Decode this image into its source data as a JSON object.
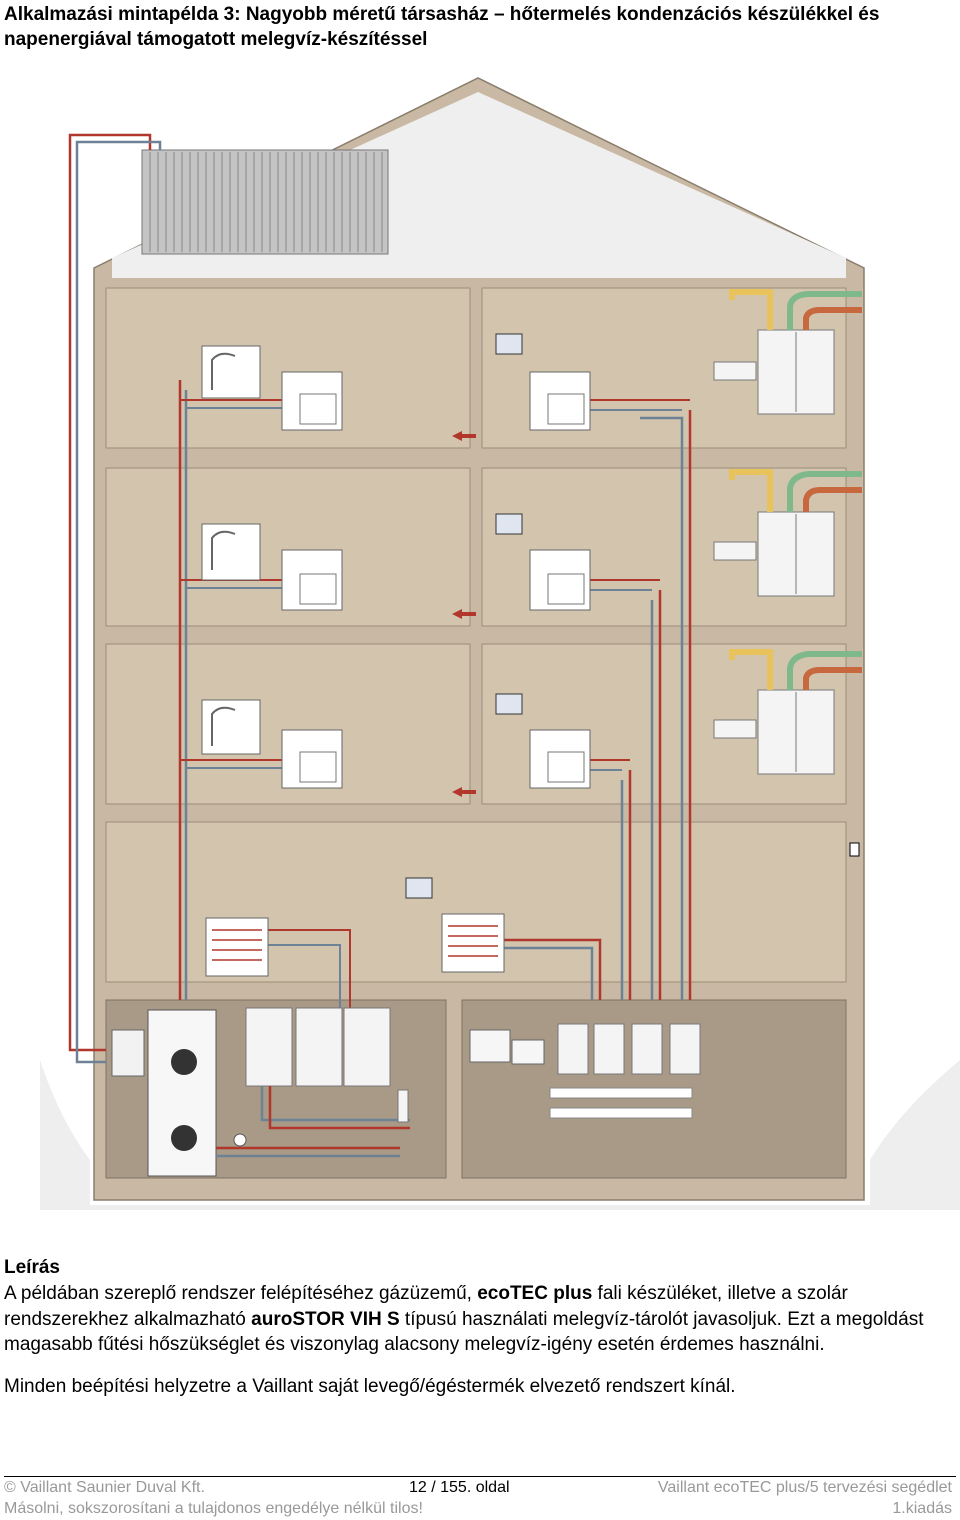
{
  "title": "Alkalmazási mintapélda 3: Nagyobb méretű társasház – hőtermelés kondenzációs készülékkel és napenergiával támogatott melegvíz-készítéssel",
  "description": {
    "heading": "Leírás",
    "p1_a": "A példában szereplő rendszer felépítéséhez gázüzemű, ",
    "p1_b": "ecoTEC plus",
    "p1_c": " fali készüléket, illetve a szolár rendszerekhez alkalmazható ",
    "p1_d": "auroSTOR VIH S",
    "p1_e": " típusú használati melegvíz-tárolót javasoljuk. Ezt a megoldást magasabb fűtési hőszükséglet és viszonylag alacsony melegvíz-igény esetén érdemes használni.",
    "p2": "Minden beépítési helyzetre a Vaillant saját levegő/égéstermék elvezető rendszert kínál."
  },
  "footer": {
    "copyright": "© Vaillant Saunier Duval Kft.",
    "page": "12 / 155. oldal",
    "doc": "Vaillant ecoTEC plus/5 tervezési segédlet",
    "notice": "Másolni, sokszorosítani a tulajdonos engedélye nélkül tilos!",
    "edition": "1.kiadás"
  },
  "colors": {
    "wall": "#c9b9a4",
    "room": "#d3c4ae",
    "cellar": "#a89a87",
    "pipe_red": "#b1372c",
    "pipe_blue": "#6d8296",
    "flue_green": "#7fb98b",
    "flue_orange": "#c8683e",
    "gas_yellow": "#e8c25a"
  }
}
